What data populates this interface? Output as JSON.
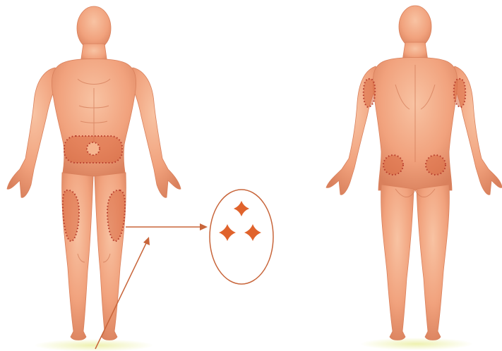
{
  "colors": {
    "skin": "#f3a47f",
    "skin_light": "#f8c3a3",
    "skin_shadow": "#d9805c",
    "zone_fill": "#d9683f",
    "zone_dots": "#b5392a",
    "callout": "#c8653a",
    "star": "#e0632c",
    "shadow": "#e9ee9f"
  },
  "figures": [
    {
      "id": "front",
      "view": "front",
      "icon": "human-body-front"
    },
    {
      "id": "back",
      "view": "back",
      "icon": "human-body-back"
    }
  ],
  "front_zones": [
    "abdomen-left",
    "abdomen-right",
    "navel",
    "thigh-right",
    "thigh-left"
  ],
  "back_zones": [
    "upper-arm-right",
    "upper-arm-left",
    "buttock-right",
    "buttock-left"
  ],
  "callout": {
    "icon": "sparkle-stars-icon",
    "star_count": 3
  }
}
